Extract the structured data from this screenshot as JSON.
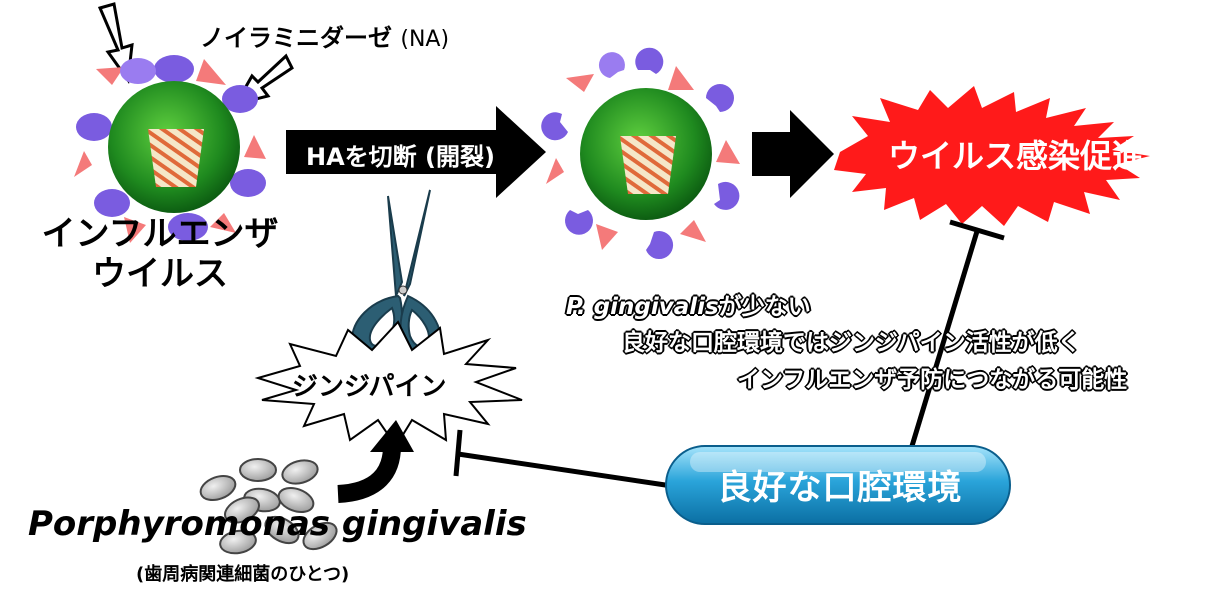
{
  "labels": {
    "neuraminidase": "ノイラミニダーゼ",
    "neuraminidase_abbr": "(NA)",
    "virus_line1": "インフルエンザ",
    "virus_line2": "ウイルス",
    "cleave": "HAを切断 (開裂)",
    "promotion": "ウイルス感染促進",
    "gingipain": "ジンジパイン",
    "pg_name": "Porphyromonas gingivalis",
    "pg_desc": "(歯周病関連細菌のひとつ)",
    "oral_env": "良好な口腔環境"
  },
  "note": {
    "species": "P. gingivalis",
    "line1_rest": "が少ない",
    "line2": "良好な口腔環境ではジンジパイン活性が低く",
    "line3": "インフルエンザ予防につながる可能性"
  },
  "colors": {
    "virus_core": "#1f8a1f",
    "spike_purple": "#6a4fd6",
    "spike_red": "#f05a5a",
    "burst_red": "#ff1a1a",
    "oral_blue": "#1a8fc9",
    "scissors": "#2c5e73",
    "bacteria": "#c8c8c8"
  },
  "icons": {
    "scissors": "scissors-icon",
    "burst": "starburst-icon",
    "bacteria": "bacteria-icon"
  }
}
